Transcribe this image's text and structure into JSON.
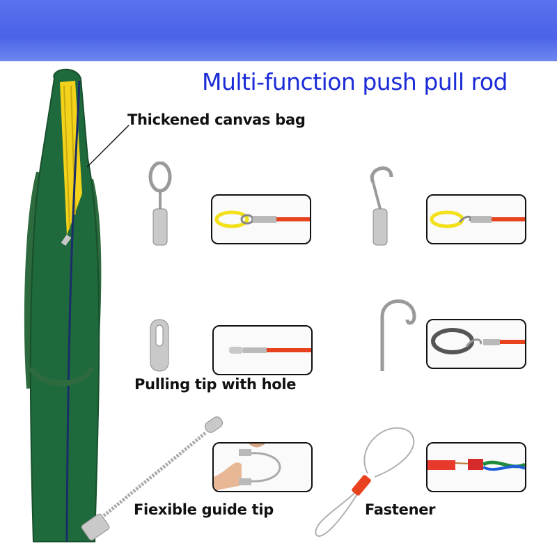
{
  "header": {
    "title": "Multi-function push pull rod"
  },
  "labels": {
    "bag": "Thickened canvas bag",
    "pulling_tip": "Pulling tip with hole",
    "guide_tip": "Fiexible guide tip",
    "fastener": "Fastener"
  },
  "colors": {
    "banner": "#4a63e8",
    "title": "#1b2bd6",
    "bag_green": "#1f6a3c",
    "rod_yellow": "#f2d21a",
    "rod_red": "#e8431e"
  },
  "icons": [
    "canvas-bag-image",
    "eye-hook-image",
    "open-hook-image",
    "slotted-tip-image",
    "large-hook-image",
    "flexible-cable-image",
    "wire-loop-fastener-image"
  ]
}
